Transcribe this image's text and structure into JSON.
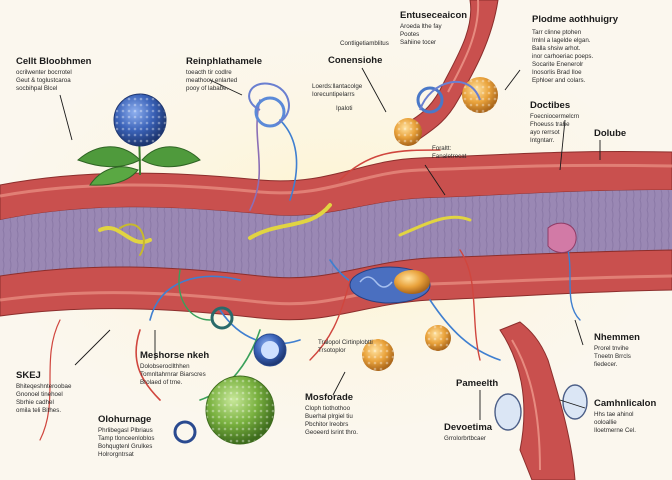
{
  "labels": {
    "top_left": {
      "title": "Cellt Bloobhmen",
      "lines": [
        "ocrilwenter bocrrotel",
        "Geut & toglustcaroa",
        "socbihpal Blcel"
      ]
    },
    "top_middle": {
      "title": "Reinphlathamele",
      "lines": [
        "toeacth tir codlre",
        "meathooy enlarted",
        "pooy of lababe."
      ]
    },
    "top_center": {
      "title": "Conensiohe"
    },
    "top_center_small": {
      "text": "Contligetiamblitus"
    },
    "top_center_right": {
      "title": "Entuseceaicon",
      "lines": [
        "Aroeda lthe fay",
        "Pootes",
        "Sahiine tocer"
      ]
    },
    "top_right": {
      "title": "Plodme aothhuigry",
      "lines": [
        "Tarr clinne ptohen",
        "Imlnl a lagelde elgan.",
        "Balla shsiw arhot.",
        "inor carhoeriac poeps.",
        "Socarite Enenerolr",
        "Inosorlis Brad Iloe",
        "Ephloer and colars."
      ]
    },
    "right_mid": {
      "title": "Doctibes",
      "lines": [
        "Foecniocermelcrn",
        "Fhoeuss trahe",
        "ayo rerrsot",
        "Intgntarr."
      ]
    },
    "right_far": {
      "title": "Dolube"
    },
    "vessel_small": {
      "lines": [
        "Loerds:llantacolge",
        "Iorecuntipelarrs"
      ],
      "tag": "Ipaloti"
    },
    "small_note": {
      "lines": [
        "Foraltt:",
        "Fanaletrecat"
      ]
    },
    "bottom_left": {
      "title": "SKEJ",
      "lines": [
        "Bhiteqeshnteroobae",
        "Gnonoel tinehoel",
        "Sbrhie cadhel",
        "omila teli Bithes."
      ]
    },
    "bottom_left2": {
      "title": "Olohurnage",
      "lines": [
        "Phrlibegasl Plbriaus",
        "Tamp tlonceenloblos",
        "Bohqugtenl Grulkes",
        "Holrorgntrsat"
      ]
    },
    "center_bottom": {
      "title": "Meshorse nkeh",
      "lines": [
        "Dolobserocllthhen",
        "Tomnltahrnrar Biarscres",
        "Brolaed of trne."
      ]
    },
    "center_small": {
      "lines": [
        "Tralopol Cirtinplobtti",
        "Trsotoplor"
      ]
    },
    "bottom_mid": {
      "title": "Mosforade",
      "lines": [
        "Cloph tiothothoo",
        "Buerhal plrgiel tiu",
        "Pbchitor lreobrs",
        "Geoeerd lsrint thro."
      ]
    },
    "bottom_center_right": {
      "title": "Devoetima",
      "lines": [
        "Grrolorbrtbcaer"
      ]
    },
    "bottom_tag": {
      "text": "Pameelth"
    },
    "right_bottom1": {
      "title": "Nhemmen",
      "lines": [
        "Prorel tnvihe",
        "Tneetn Brrcls",
        "fiedecer."
      ]
    },
    "right_bottom2": {
      "title": "Camhnlicalon",
      "lines": [
        "Hhs tae ahinol",
        "ooloallie",
        "Iloetmerne Cel."
      ]
    }
  },
  "colors": {
    "vessel_outer": "#c9504e",
    "vessel_inner": "#9a88b4",
    "blue_cell": "#3a62b8",
    "green_cell": "#79b13f",
    "orange_cell": "#e9a23b",
    "leaf": "#4f9a3c"
  }
}
